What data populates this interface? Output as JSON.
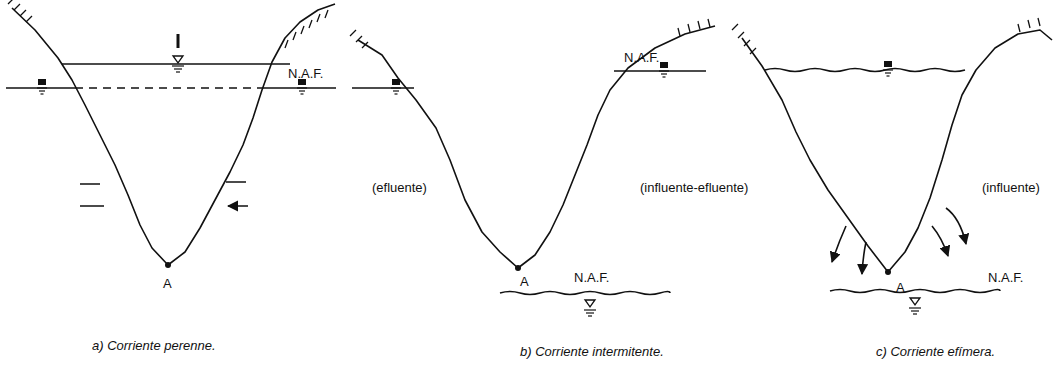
{
  "diagram": {
    "labels": [
      "N.A.F.",
      "A",
      "(efluente)",
      "a) Corriente perenne.",
      "N.A.F.",
      "(influente-efluente)",
      "A",
      "N.A.F.",
      "b) Corriente intermitente.",
      "(influente)",
      "A",
      "N.A.F.",
      "c) Corriente efímera."
    ]
  }
}
